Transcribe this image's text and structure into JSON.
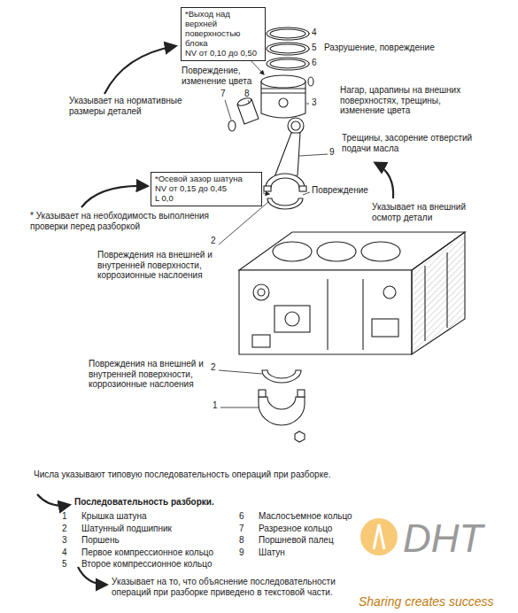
{
  "diagram": {
    "nodes": [
      {
        "text": [
          "*Выход над верхней поверхностью блока",
          "NV от 0,10 до 0,50"
        ]
      },
      {
        "text": [
          "*Осевой зазор шатуна",
          "NV от 0,15 до 0,45",
          "L 0,0"
        ]
      }
    ],
    "labels": [
      "4",
      "5",
      "Разрушение, повреждение",
      "6",
      "Повреждение, изменение цвета",
      "7",
      "8",
      "3",
      "Нагар, царапины на внешних поверхностях, трещины, изменение цвета",
      "Указывает на нормативные размеры деталей",
      "Трещины, засорение отверстий подачи масла",
      "9",
      "Повреждение",
      "Указывает на внешний осмотр детали",
      "* Указывает на необходимость выполнения проверки перед разборкой",
      "2",
      "Повреждения на внешней и внутренней поверхности, коррозионные наслоения",
      "Повреждения на внешней и внутренней поверхности, коррозионные наслоения",
      "2",
      "1",
      "Числа указывают типовую последовательность операций при разборке.",
      "Последовательность разборки.",
      "1",
      "Крышка шатуна",
      "2",
      "Шатунный подшипник",
      "3",
      "Поршень",
      "4",
      "Первое компрессионное кольцо",
      "5",
      "Второе компрессионное кольцо",
      "6",
      "Маслосъемное кольцо",
      "7",
      "Разрезное кольцо",
      "8",
      "Поршневой палец",
      "9",
      "Шатун",
      "Указывает на то, что объяснение последовательности операций при разборке приведено в текстовой части.",
      "DHT",
      "Sharing creates success"
    ]
  }
}
